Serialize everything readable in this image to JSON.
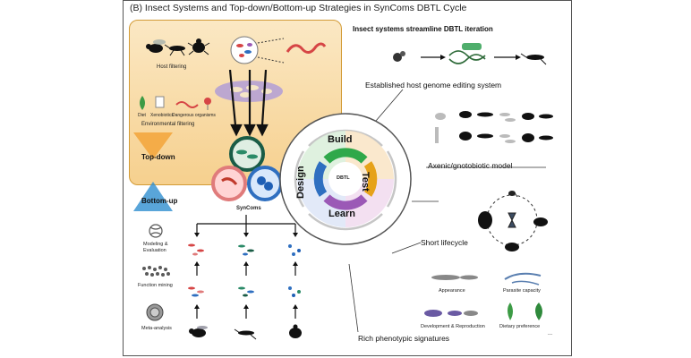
{
  "title": "(B) Insect Systems and Top-down/Bottom-up Strategies in SynComs DBTL Cycle",
  "top_panel": {
    "host_filtering": "Host filtering",
    "diet": "Diet",
    "xenobiotics": "Xenobiotics",
    "dangerous_organisms": "Dangerous organisms",
    "environmental_filtering": "Environmental filtering",
    "top_down": "Top-down"
  },
  "bottom_panel": {
    "bottom_up": "Bottom-up",
    "syncoms": "SynComs",
    "modeling": "Modeling &",
    "evaluation": "Evaluation",
    "function_mining": "Function mining",
    "meta_analysis": "Meta-analysis"
  },
  "cycle": {
    "build": "Build",
    "test": "Test",
    "learn": "Learn",
    "design": "Design",
    "center": "DBTL"
  },
  "right_panel": {
    "heading": "Insect systems streamline DBTL iteration",
    "genome_editing": "Established host genome editing system",
    "axenic": "Axenic/gnotobiotic model",
    "short_lifecycle": "Short lifecycle",
    "appearance": "Appearance",
    "parasite_capacity": "Parasite capacity",
    "development": "Development & Reproduction",
    "dietary": "Dietary preference",
    "ellipsis": "...",
    "phenotypic": "Rich phenotypic signatures"
  },
  "colors": {
    "top_panel": "#f6d08e",
    "bottom_panel": "#b7cfe9",
    "right_panel": "#bfe6c7",
    "build": "#2fa84a",
    "test": "#e6a21a",
    "learn": "#9b59b6",
    "design": "#2f6fc0"
  }
}
